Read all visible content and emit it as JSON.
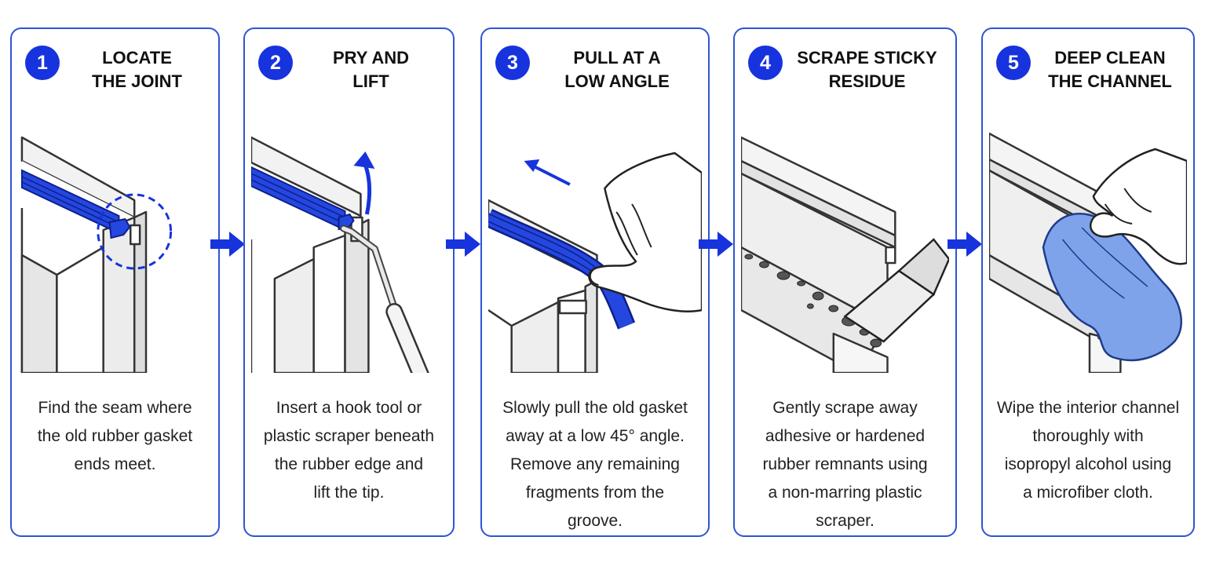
{
  "colors": {
    "accent": "#1733dd",
    "border": "#2f55d4",
    "gasket": "#2447e0",
    "cloth": "#7ea3ea"
  },
  "steps": [
    {
      "number": "1",
      "title": [
        "LOCATE",
        "THE JOINT"
      ],
      "illustration": "frame-corner-with-highlighted-joint",
      "description": [
        "Find the seam where",
        "the old rubber gasket",
        "ends meet."
      ]
    },
    {
      "number": "2",
      "title": [
        "PRY AND",
        "LIFT"
      ],
      "illustration": "hook-tool-lifting-gasket",
      "description": [
        "Insert a hook tool or",
        "plastic scraper beneath",
        "the rubber edge and",
        "lift the tip."
      ]
    },
    {
      "number": "3",
      "title": [
        "PULL AT A",
        "LOW ANGLE"
      ],
      "illustration": "hand-pulling-gasket",
      "description": [
        "Slowly pull the old gasket",
        "away at a low 45° angle.",
        "Remove any remaining",
        "fragments from the",
        "groove."
      ]
    },
    {
      "number": "4",
      "title": [
        "SCRAPE STICKY",
        "RESIDUE"
      ],
      "illustration": "scraper-on-channel-residue",
      "description": [
        "Gently scrape away",
        "adhesive or hardened",
        "rubber remnants using",
        "a non-marring plastic",
        "scraper."
      ]
    },
    {
      "number": "5",
      "title": [
        "DEEP CLEAN",
        "THE CHANNEL"
      ],
      "illustration": "hand-wiping-channel-with-cloth",
      "description": [
        "Wipe the interior channel",
        "thoroughly with",
        "isopropyl alcohol using",
        "a microfiber cloth."
      ]
    }
  ]
}
